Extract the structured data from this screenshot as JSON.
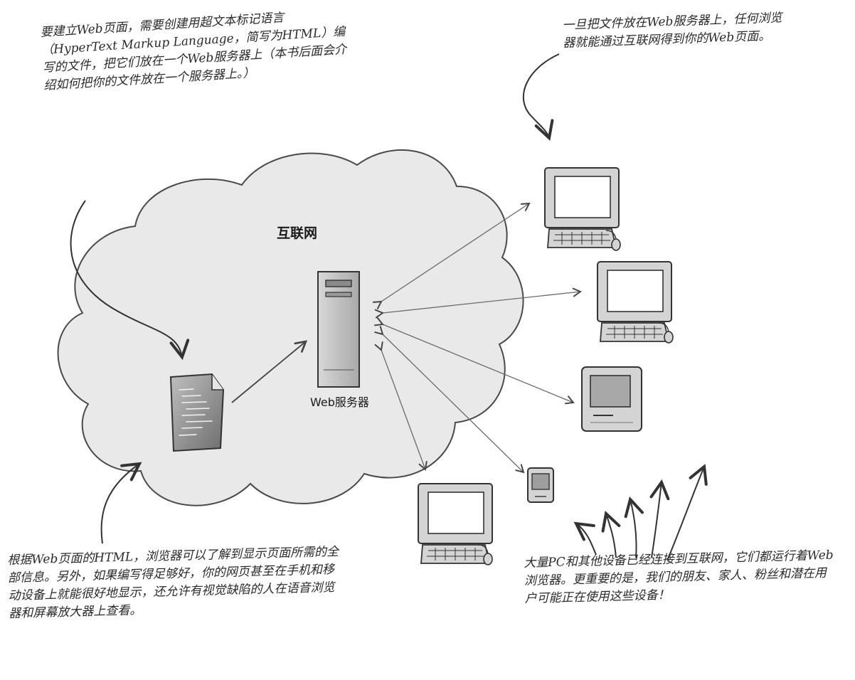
{
  "labels": {
    "internet": "互联网",
    "web_server": "Web服务器"
  },
  "notes": {
    "top_left": "要建立Web页面，需要创建用超文本标记语言（HyperText Markup Language，简写为HTML）编写的文件，把它们放在一个Web服务器上（本书后面会介绍如何把你的文件放在一个服务器上。）",
    "top_right": "一旦把文件放在Web服务器上，任何浏览器就能通过互联网得到你的Web页面。",
    "bottom_left": "根据Web页面的HTML，浏览器可以了解到显示页面所需的全部信息。另外，如果编写得足够好，你的网页甚至在手机和移动设备上就能很好地显示，还允许有视觉缺陷的人在语音浏览器和屏幕放大器上查看。",
    "bottom_right": "大量PC和其他设备已经连接到互联网，它们都运行着Web浏览器。更重要的是，我们的朋友、家人、粉丝和潜在用户可能正在使用这些设备！"
  },
  "icons": {
    "html_file": "document-icon",
    "server": "server-icon",
    "desktop": "desktop-computer-icon",
    "mac": "classic-mac-icon",
    "handheld": "handheld-device-icon"
  },
  "colors": {
    "cloud_fill": "#e9e9e9",
    "cloud_stroke": "#4a4a4a",
    "device_fill": "#d4d4d4",
    "screen_fill": "#ffffff",
    "arrow": "#555555"
  }
}
